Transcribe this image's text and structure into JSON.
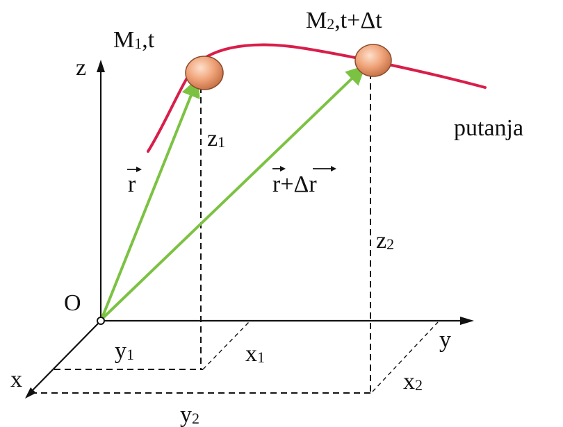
{
  "labels": {
    "m1": "M",
    "m1_sub": "1",
    "m1_rest": ",t",
    "m2": "M",
    "m2_sub": "2",
    "m2_rest": ",t+Δt",
    "z_axis": "z",
    "y_axis": "y",
    "x_axis": "x",
    "origin": "O",
    "trajectory": "putanja",
    "r": "r",
    "r_dr": "r+Δr",
    "z1": "z",
    "z1_sub": "1",
    "z2": "z",
    "z2_sub": "2",
    "y1": "y",
    "y1_sub": "1",
    "x1": "x",
    "x1_sub": "1",
    "x2": "x",
    "x2_sub": "2",
    "y2": "y",
    "y2_sub": "2"
  },
  "colors": {
    "trajectory": "#d81e4a",
    "vector": "#7cc242",
    "point_fill": "#f0a47a",
    "axis": "#111111"
  }
}
